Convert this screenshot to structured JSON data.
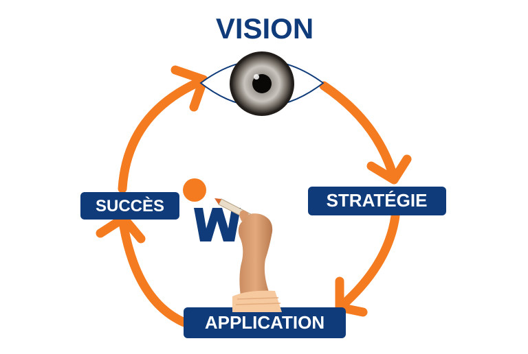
{
  "title": "VISION",
  "steps": {
    "strategy": "STRATÉGIE",
    "application": "APPLICATION",
    "success": "SUCCÈS"
  },
  "colors": {
    "orange": "#F47B20",
    "navy": "#0F3B7A",
    "white": "#FFFFFF"
  },
  "icons": {
    "eye": "eye-icon",
    "logo": "w-logo",
    "hand": "hand-holding-pen-icon"
  }
}
